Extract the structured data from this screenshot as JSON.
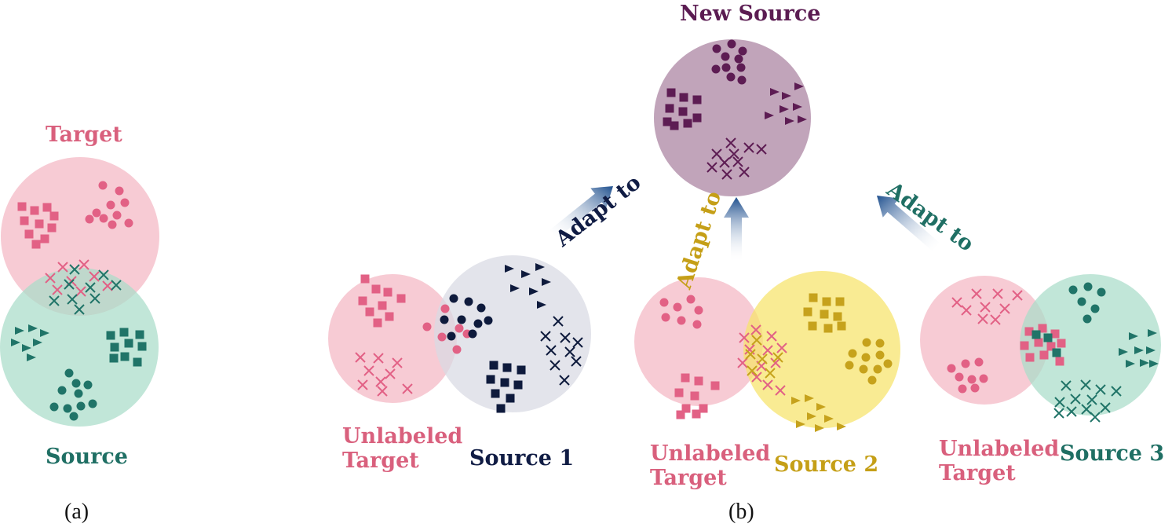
{
  "colors": {
    "pink": "#f4b7c4",
    "pink_mark": "#e26185",
    "teal": "#a9dcc9",
    "teal_mark": "#207468",
    "gray": "#d8dae3",
    "navy_mark": "#0e1a3c",
    "yellow": "#f6e36a",
    "yellow_mark": "#c6a21c",
    "purple": "#a9819f",
    "purple_mark": "#5d1c53",
    "arrow": "#1e4f8e",
    "label_pink": "#d9607d",
    "label_teal": "#1f6f64",
    "label_navy": "#101c44",
    "label_yellow": "#c59f17",
    "label_purple": "#5b1c52"
  },
  "panel_a": {
    "target_label": "Target",
    "source_label": "Source",
    "caption": "(a)"
  },
  "panel_b": {
    "new_source_label": "New Source",
    "adapt_labels": [
      "Adapt to",
      "Adapt to",
      "Adapt to"
    ],
    "pairs": [
      {
        "target_label": "Unlabeled\nTarget",
        "source_label": "Source 1"
      },
      {
        "target_label": "Unlabeled\nTarget",
        "source_label": "Source 2"
      },
      {
        "target_label": "Unlabeled\nTarget",
        "source_label": "Source 3"
      }
    ],
    "caption": "(b)"
  }
}
